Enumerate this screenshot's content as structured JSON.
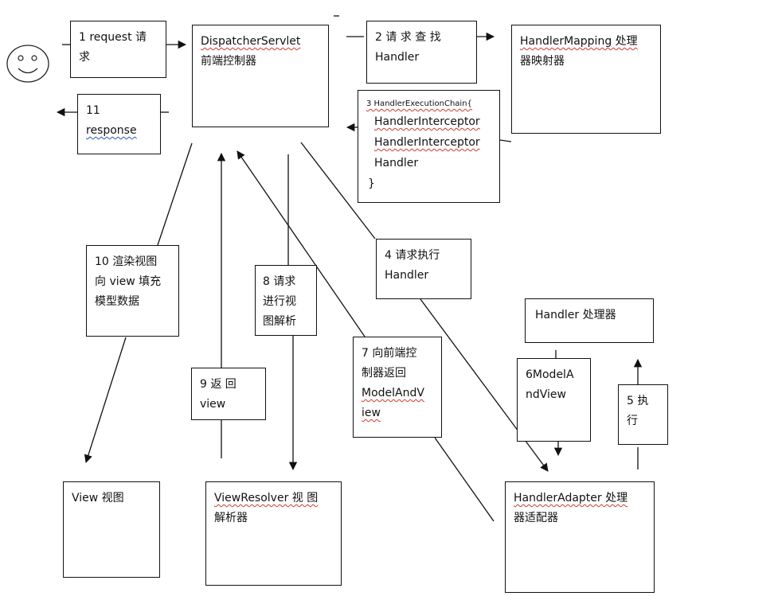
{
  "boxes": {
    "request": {
      "lines": [
        "1 request 请",
        "求"
      ]
    },
    "dispatcher": {
      "lines": [
        "DispatcherServlet",
        "前端控制器"
      ]
    },
    "find_handler": {
      "lines": [
        "2 请 求 查 找",
        "Handler"
      ]
    },
    "handler_mapping": {
      "lines": [
        "HandlerMapping 处理",
        "器映射器"
      ]
    },
    "response": {
      "lines": [
        "11",
        "response"
      ]
    },
    "chain": {
      "lines": [
        "3 HandlerExecutionChain{",
        "HandlerInterceptor",
        "HandlerInterceptor",
        "Handler",
        "}"
      ]
    },
    "render": {
      "lines": [
        "10 渲染视图",
        "向 view 填充",
        "模型数据"
      ]
    },
    "resolve_view": {
      "lines": [
        "8 请求",
        "进行视",
        "图解析"
      ]
    },
    "execute_handler": {
      "lines": [
        "4 请求执行",
        "Handler"
      ]
    },
    "return_mav": {
      "lines": [
        "7 向前端控",
        "制器返回",
        "ModelAndV",
        "iew"
      ]
    },
    "return_view": {
      "lines": [
        "9 返 回",
        "view"
      ]
    },
    "handler": {
      "lines": [
        "Handler 处理器"
      ]
    },
    "model_and_view": {
      "lines": [
        "6ModelA",
        "ndView"
      ]
    },
    "execute": {
      "lines": [
        "5 执",
        "行"
      ]
    },
    "view": {
      "lines": [
        "View 视图"
      ]
    },
    "view_resolver": {
      "lines": [
        "ViewResolver 视 图",
        "解析器"
      ]
    },
    "handler_adapter": {
      "lines": [
        "HandlerAdapter 处理",
        "器适配器"
      ]
    }
  },
  "colors": {
    "stroke": "#111111",
    "spell_underline": "#d23a2e",
    "link_underline": "#2b55c8"
  }
}
